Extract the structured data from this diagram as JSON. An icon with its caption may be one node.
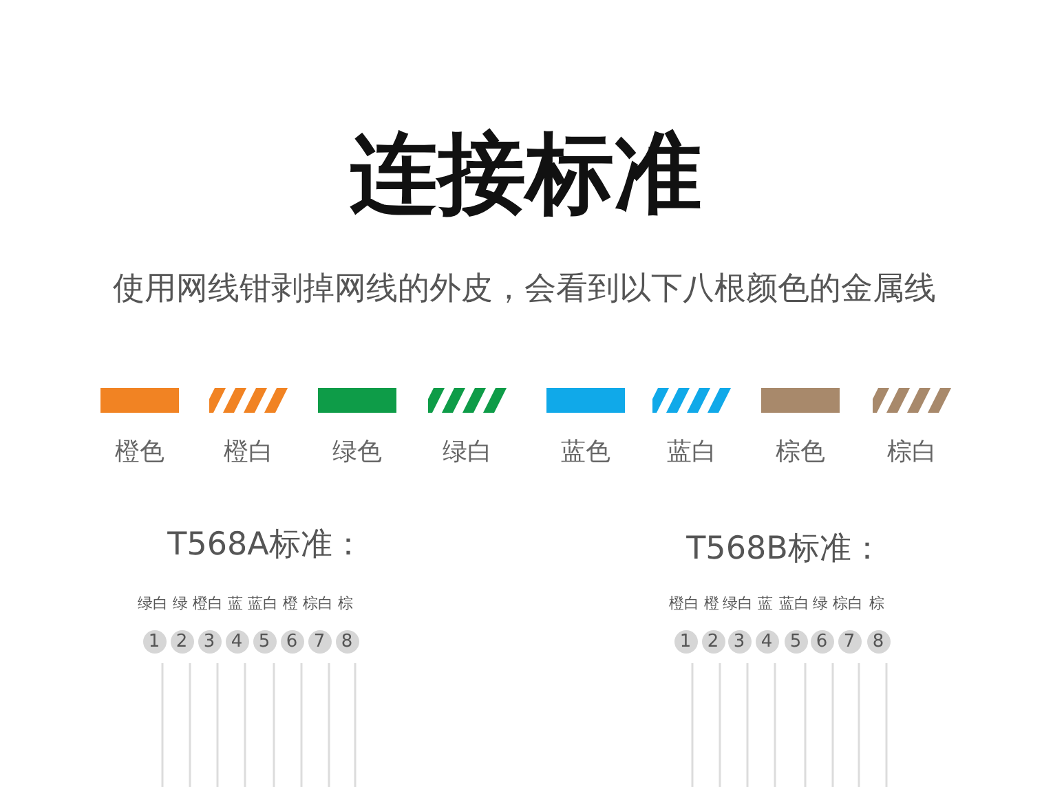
{
  "diagram": {
    "title": "连接标准",
    "nodes": [
      {
        "text": [
          "1"
        ],
        "beside": [
          "绿白"
        ]
      },
      {
        "text": [
          "2"
        ],
        "beside": [
          "绿"
        ]
      },
      {
        "text": [
          "3"
        ],
        "beside": [
          "橙白"
        ]
      },
      {
        "text": [
          "4"
        ],
        "beside": [
          "蓝"
        ]
      },
      {
        "text": [
          "5"
        ],
        "beside": [
          "蓝白"
        ]
      },
      {
        "text": [
          "6"
        ],
        "beside": [
          "橙"
        ]
      },
      {
        "text": [
          "7"
        ],
        "beside": [
          "棕白"
        ]
      },
      {
        "text": [
          "8"
        ],
        "beside": [
          "棕"
        ]
      },
      {
        "text": [
          "1"
        ],
        "beside": [
          "橙白"
        ]
      },
      {
        "text": [
          "2"
        ],
        "beside": [
          "橙"
        ]
      },
      {
        "text": [
          "3"
        ],
        "beside": [
          "绿白"
        ]
      },
      {
        "text": [
          "4"
        ],
        "beside": [
          "蓝"
        ]
      },
      {
        "text": [
          "5"
        ],
        "beside": [
          "蓝白"
        ]
      },
      {
        "text": [
          "6"
        ],
        "beside": [
          "绿"
        ]
      },
      {
        "text": [
          "7"
        ],
        "beside": [
          "棕白"
        ]
      },
      {
        "text": [
          "8"
        ],
        "beside": [
          "棕"
        ]
      }
    ],
    "labels": [
      "使用网线钳剥掉网线的外皮，会看到以下八根颜色的金属线",
      "T568A标准：",
      "T568B标准："
    ],
    "legend": [
      {
        "text": "橙色",
        "color": "#f18323"
      },
      {
        "text": "橙白",
        "color": "#f18323"
      },
      {
        "text": "绿色",
        "color": "#0e9c48"
      },
      {
        "text": "绿白",
        "color": "#0e9c48"
      },
      {
        "text": "蓝色",
        "color": "#10a9e9"
      },
      {
        "text": "蓝白",
        "color": "#10a9e9"
      },
      {
        "text": "棕色",
        "color": "#a8896b"
      },
      {
        "text": "棕白",
        "color": "#a8896b"
      }
    ]
  }
}
